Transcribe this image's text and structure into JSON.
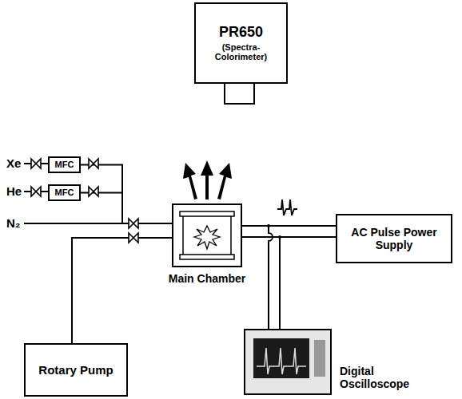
{
  "diagram": {
    "nodes": [
      {
        "text": [
          "PR650",
          "(Spectra- Colorimeter)"
        ]
      },
      {
        "text": [
          "MFC"
        ]
      },
      {
        "text": [
          "MFC"
        ]
      },
      {
        "text": [
          "Main Chamber"
        ]
      },
      {
        "text": [
          "AC Pulse Power Supply"
        ]
      },
      {
        "text": [
          "Rotary Pump"
        ]
      },
      {
        "text": [
          "Digital Oscilloscope"
        ]
      }
    ],
    "edges": [
      {
        "from": 1,
        "to": 3,
        "arrow": "none"
      },
      {
        "from": 2,
        "to": 3,
        "arrow": "none"
      },
      {
        "from": 5,
        "to": 3,
        "arrow": "none"
      },
      {
        "from": 3,
        "to": 4,
        "arrow": "none"
      }
    ],
    "labels": [
      "Xe",
      "He",
      "N₂"
    ]
  }
}
